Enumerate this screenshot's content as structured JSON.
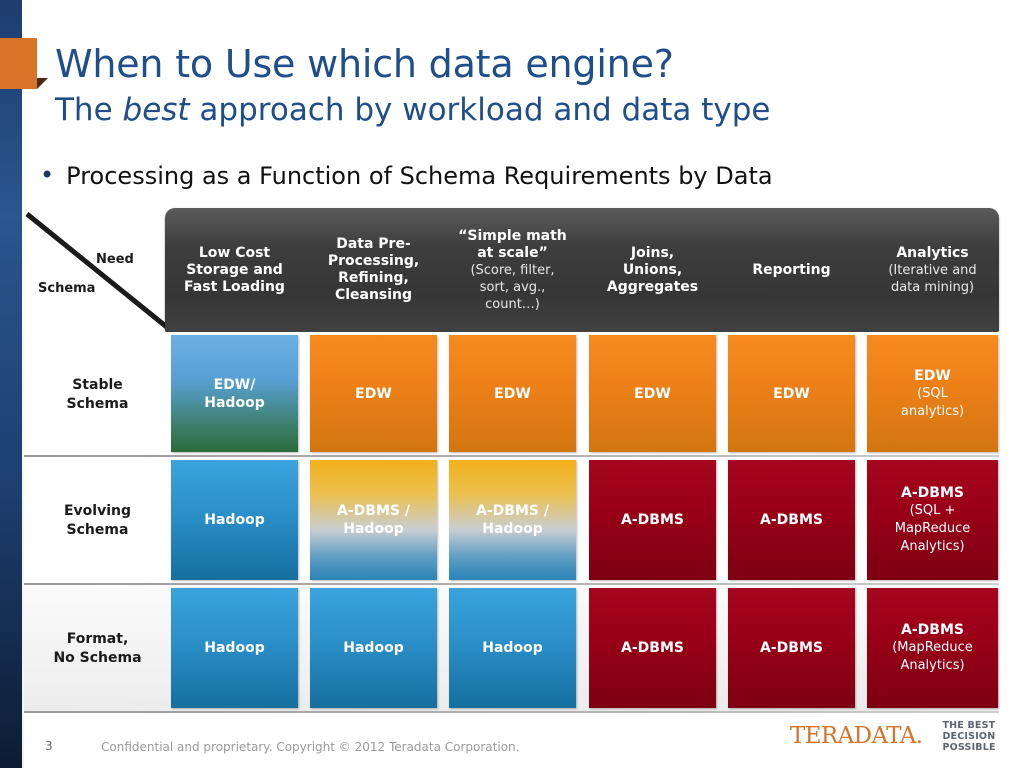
{
  "slide": {
    "title_main": "When to Use which data engine?",
    "title_sub_pre": "The ",
    "title_sub_em": "best",
    "title_sub_post": " approach by workload and data type",
    "bullet": "Processing as a Function of Schema Requirements by Data",
    "bullet_marker": "•"
  },
  "matrix": {
    "corner": {
      "upper_label": "Need",
      "lower_label": "Schema"
    },
    "columns": [
      {
        "main": "Low Cost\nStorage and\nFast Loading",
        "sub": ""
      },
      {
        "main": "Data Pre-\nProcessing,\nRefining,\nCleansing",
        "sub": ""
      },
      {
        "main": "“Simple math\nat scale”",
        "sub": "(Score, filter,\nsort, avg.,\ncount…)"
      },
      {
        "main": "Joins,\nUnions,\nAggregates",
        "sub": ""
      },
      {
        "main": "Reporting",
        "sub": ""
      },
      {
        "main": "Analytics",
        "sub": "(Iterative and\ndata mining)"
      }
    ],
    "rows": [
      {
        "label": "Stable\nSchema",
        "cells": [
          {
            "main": "EDW/\nHadoop",
            "sub": "",
            "color": "bluegreen"
          },
          {
            "main": "EDW",
            "sub": "",
            "color": "orange"
          },
          {
            "main": "EDW",
            "sub": "",
            "color": "orange"
          },
          {
            "main": "EDW",
            "sub": "",
            "color": "orange"
          },
          {
            "main": "EDW",
            "sub": "",
            "color": "orange"
          },
          {
            "main": "EDW",
            "sub": "(SQL\nanalytics)",
            "color": "orange"
          }
        ]
      },
      {
        "label": "Evolving\nSchema",
        "cells": [
          {
            "main": "Hadoop",
            "sub": "",
            "color": "blue"
          },
          {
            "main": "A-DBMS /\nHadoop",
            "sub": "",
            "color": "yellowblue"
          },
          {
            "main": "A-DBMS /\nHadoop",
            "sub": "",
            "color": "yellowblue"
          },
          {
            "main": "A-DBMS",
            "sub": "",
            "color": "red"
          },
          {
            "main": "A-DBMS",
            "sub": "",
            "color": "red"
          },
          {
            "main": "A-DBMS",
            "sub": "(SQL +\nMapReduce\nAnalytics)",
            "color": "red"
          }
        ]
      },
      {
        "label": "Format,\nNo Schema",
        "cells": [
          {
            "main": "Hadoop",
            "sub": "",
            "color": "blue"
          },
          {
            "main": "Hadoop",
            "sub": "",
            "color": "blue"
          },
          {
            "main": "Hadoop",
            "sub": "",
            "color": "blue"
          },
          {
            "main": "A-DBMS",
            "sub": "",
            "color": "red"
          },
          {
            "main": "A-DBMS",
            "sub": "",
            "color": "red"
          },
          {
            "main": "A-DBMS",
            "sub": "(MapReduce\nAnalytics)",
            "color": "red"
          }
        ]
      }
    ]
  },
  "footer": {
    "page_number": "3",
    "confidential": "Confidential and proprietary. Copyright © 2012 Teradata Corporation.",
    "logo_text": "TERADATA",
    "logo_trademark": ".",
    "tagline_line1": "THE BEST",
    "tagline_line2": "DECISION",
    "tagline_line3": "POSSIBLE"
  },
  "colors": {
    "brand_orange": "#d97328",
    "brand_navy": "#1f4e8c",
    "header_gray": "#3d3d3d",
    "cell_orange": "#f68b1f",
    "cell_red": "#a4071e",
    "cell_blue": "#2b8fc8",
    "cell_green": "#2c6b3c"
  }
}
